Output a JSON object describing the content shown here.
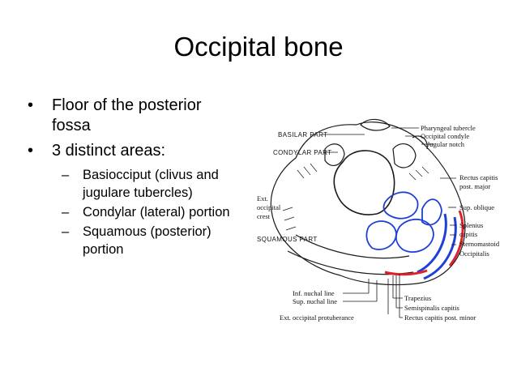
{
  "title": "Occipital bone",
  "bullets": [
    {
      "text": "Floor of the posterior fossa",
      "children": []
    },
    {
      "text": "3 distinct areas:",
      "children": [
        {
          "text": "Basiocciput (clivus and jugulare tubercles)"
        },
        {
          "text": "Condylar (lateral) portion"
        },
        {
          "text": "Squamous (posterior) portion"
        }
      ]
    }
  ],
  "figure": {
    "labels": {
      "basilar": "BASILAR PART",
      "condylar": "CONDYLAR PART",
      "squamous": "SQUAMOUS PART",
      "ext1": "Ext.",
      "ext2": "occipital",
      "ext3": "crest",
      "pharyngeal": "Pharyngeal tubercle",
      "occ_condyle": "Occipital condyle",
      "jugular": "Jugular notch",
      "rectus_major1": "Rectus capitis",
      "rectus_major2": "post. major",
      "sup_oblique": "Sup. oblique",
      "splenius1": "Splenius",
      "splenius2": "capitis",
      "sternomastoid": "Sternomastoid",
      "occipitalis": "Occipitalis",
      "inf_nuchal": "Inf. nuchal line",
      "sup_nuchal": "Sup. nuchal line",
      "ext_protuberance": "Ext. occipital protuberance",
      "trapezius": "Trapezius",
      "semispinalis": "Semispinalis capitis",
      "rectus_minor": "Rectus capitis post. minor"
    },
    "colors": {
      "muscle_origin": "#1f3fd6",
      "muscle_insertion": "#e0202a",
      "outline": "#1a1a1a"
    }
  }
}
